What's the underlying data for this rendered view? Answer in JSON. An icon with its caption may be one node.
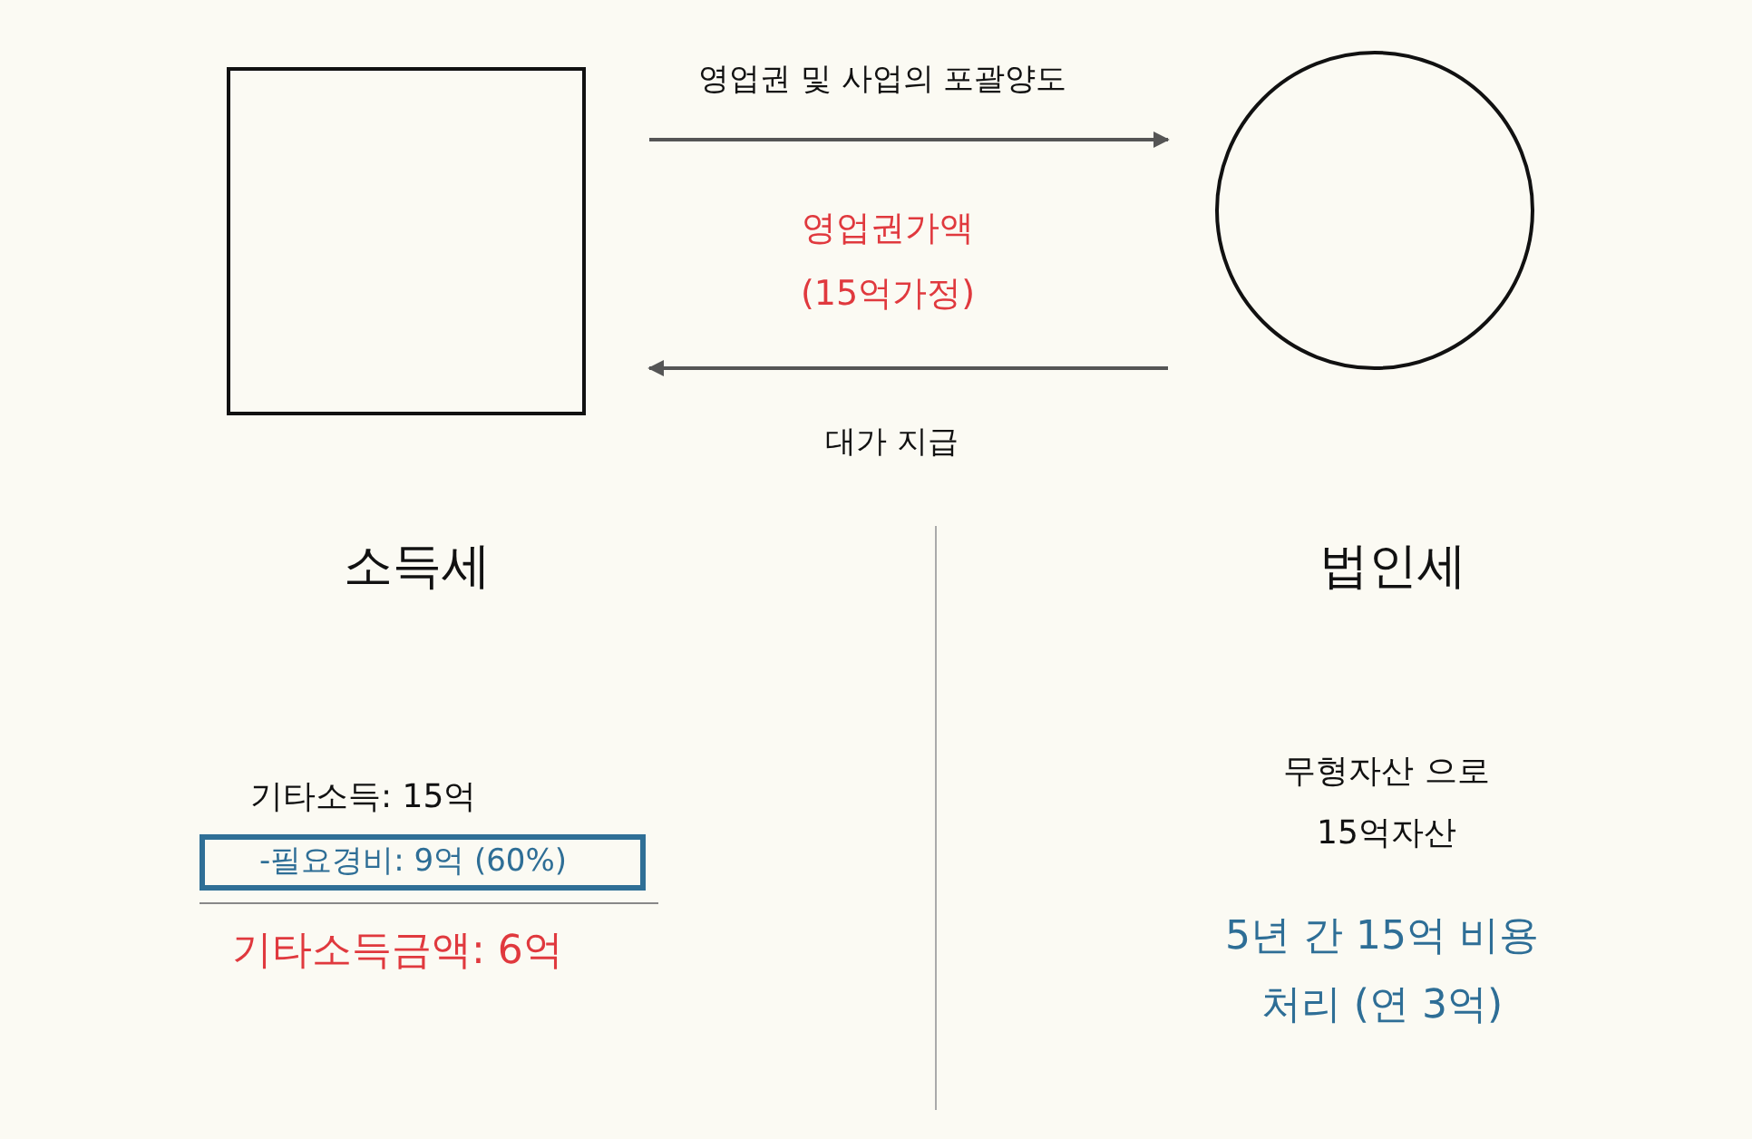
{
  "diagram": {
    "nodes": [
      {
        "text": [],
        "shape": "box"
      },
      {
        "text": [],
        "shape": "circle"
      },
      {
        "text": [
          "-필요경비: 9억 (60%)"
        ]
      }
    ],
    "edges": [
      {
        "from": 0,
        "to": 1,
        "arrow": "to",
        "label": "영업권 및 사업의 포괄양도"
      },
      {
        "from": 1,
        "to": 0,
        "arrow": "to",
        "label": "대가 지급"
      }
    ],
    "labels": [
      "영업권가액 (15억가정)",
      "소득세",
      "법인세",
      "기타소득: 15억",
      "기타소득금액: 6억",
      "무형자산 으로 15억자산",
      "5년 간 15억 비용처리 (연 3억)"
    ]
  }
}
